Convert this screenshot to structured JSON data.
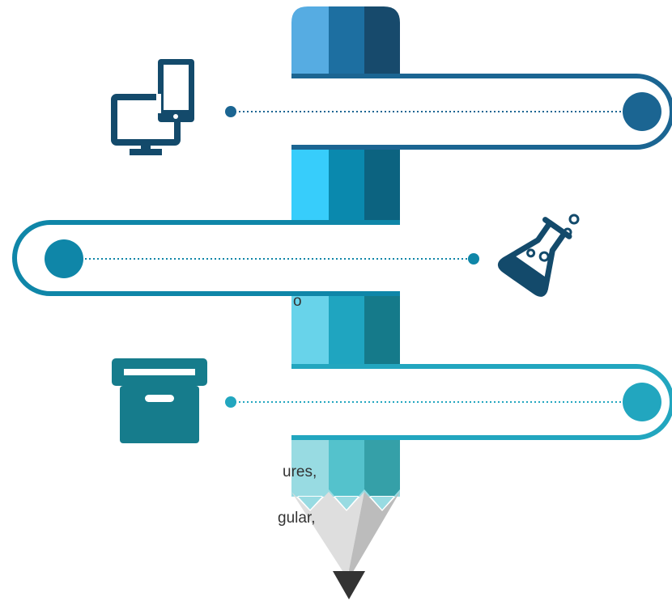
{
  "text_fragments": [
    "o",
    "ures,",
    "gular,"
  ],
  "colors": {
    "row1": "#1b6592",
    "row2": "#0f86a8",
    "row3": "#22a6bf",
    "icon_dark": "#134a6b",
    "icon_teal": "#167c8c",
    "pencil_tip": "#333333"
  },
  "icons": {
    "row1": "devices-icon",
    "row2": "flask-icon",
    "row3": "archive-box-icon"
  }
}
